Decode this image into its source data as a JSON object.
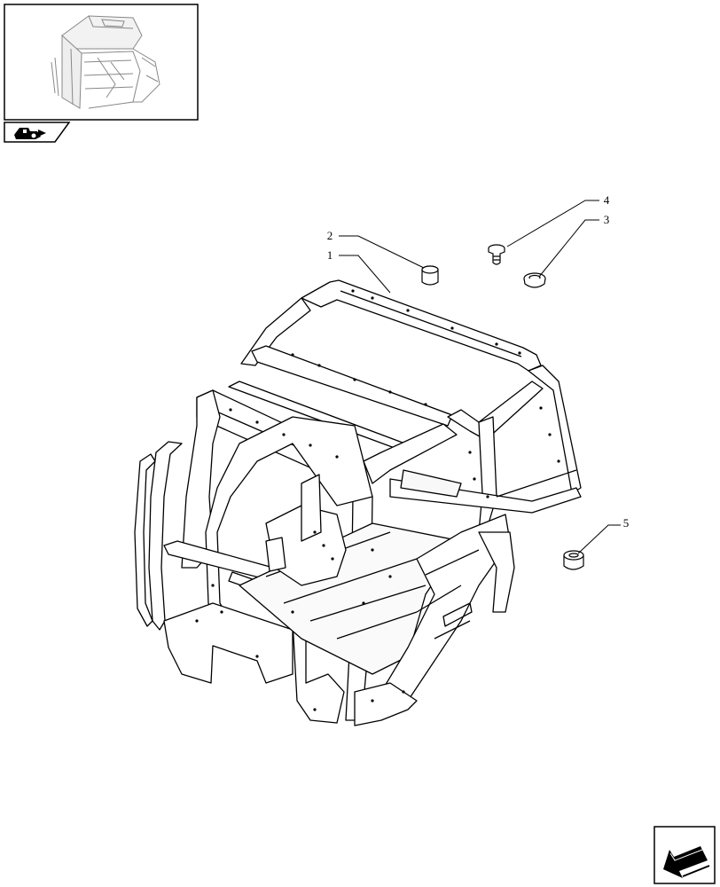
{
  "diagram": {
    "callouts": [
      {
        "id": "callout-1",
        "label": "1"
      },
      {
        "id": "callout-2",
        "label": "2"
      },
      {
        "id": "callout-3",
        "label": "3"
      },
      {
        "id": "callout-4",
        "label": "4"
      },
      {
        "id": "callout-5",
        "label": "5"
      }
    ]
  },
  "icons": {
    "section_tab": "tractor-cab-section-icon",
    "nav_arrow": "return-arrow-icon"
  },
  "colors": {
    "line": "#000000",
    "background": "#ffffff"
  }
}
